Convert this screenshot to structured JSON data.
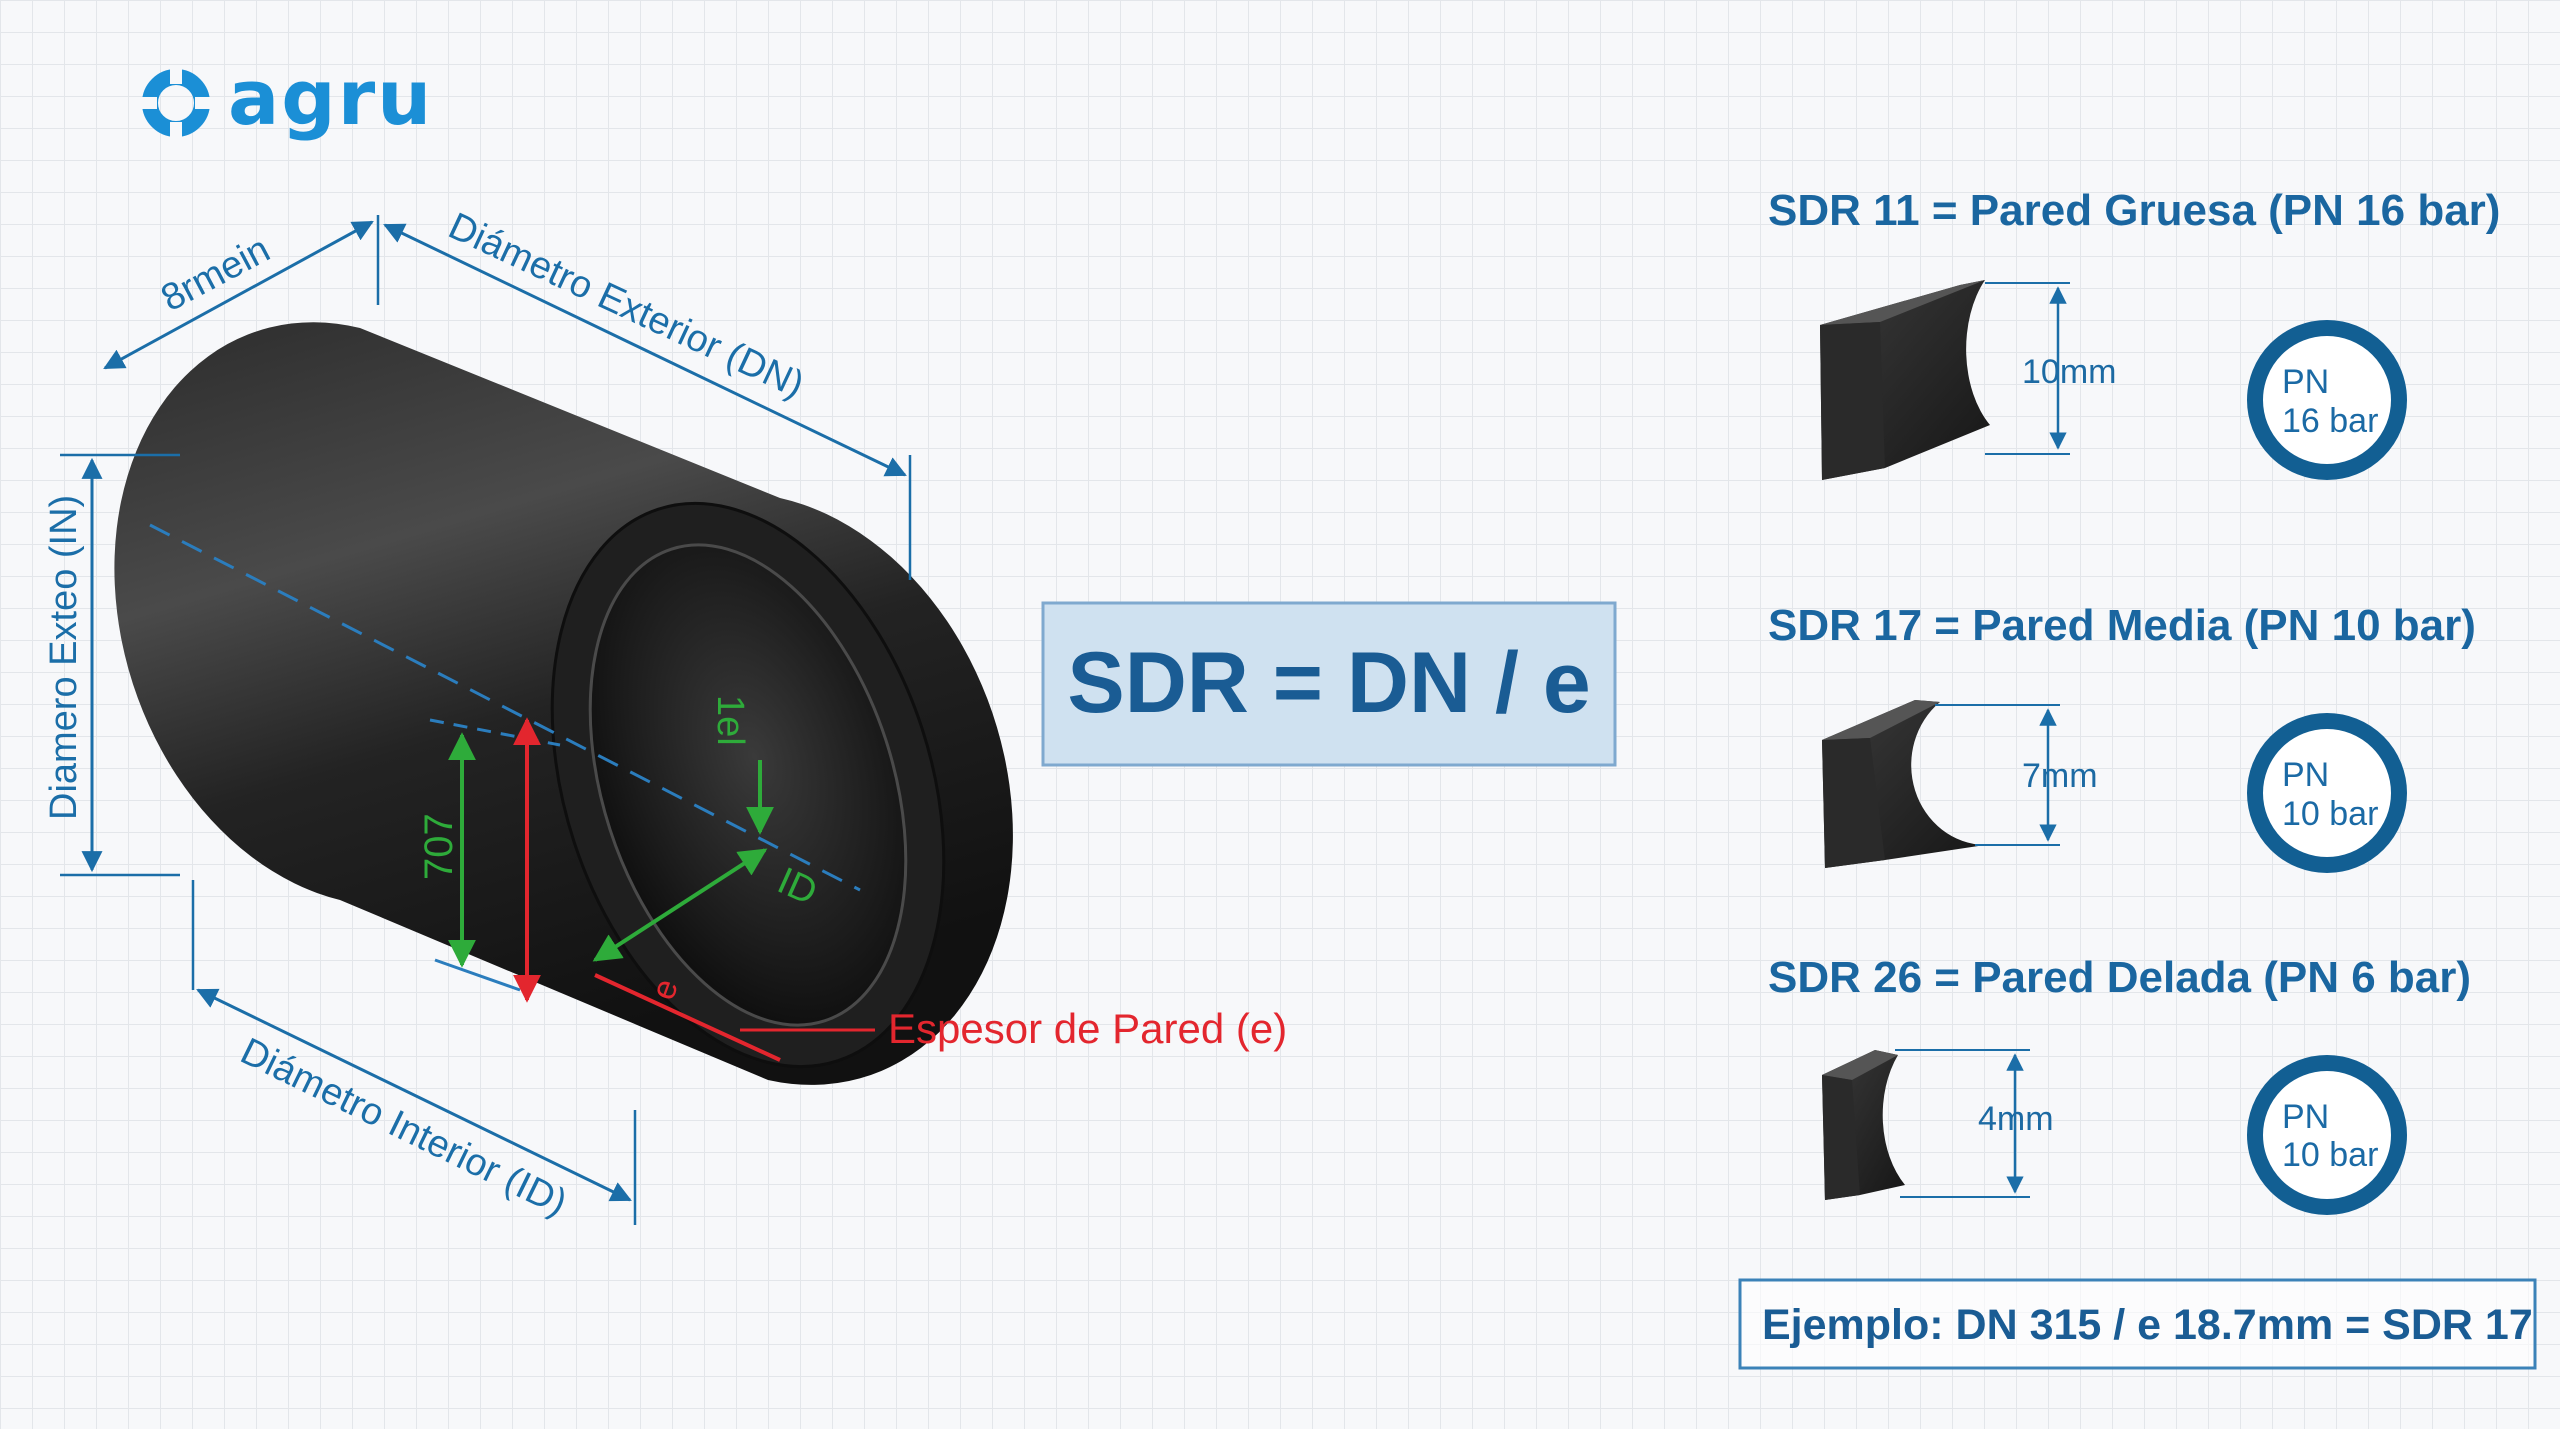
{
  "brand": {
    "name": "agru",
    "color": "#1b8fd6"
  },
  "colors": {
    "accent": "#1b6ea8",
    "red": "#e3262e",
    "green": "#2eab3a",
    "formula_bg": "#cfe1f0"
  },
  "pipe_labels": {
    "top_left": "8rmein",
    "outer_diameter_dn": "Diámetro Exterior (DN)",
    "left_side": "Diamero Exteo (IN)",
    "inner_diameter_id": "Diámetro Interior (ID)",
    "wall_thickness": "Espesor de Pared (e)",
    "green_vertical": "707",
    "green_top": "1el",
    "id_short": "ID",
    "e_short": "e"
  },
  "formula": "SDR = DN / e",
  "sdr_classes": [
    {
      "heading": "SDR 11 = Pared Gruesa (PN 16 bar)",
      "thickness": "10mm",
      "pn_top": "PN",
      "pn_bottom": "16 bar"
    },
    {
      "heading": "SDR 17 = Pared Media (PN 10 bar)",
      "thickness": "7mm",
      "pn_top": "PN",
      "pn_bottom": "10 bar"
    },
    {
      "heading": "SDR 26 = Pared Delada (PN 6 bar)",
      "thickness": "4mm",
      "pn_top": "PN",
      "pn_bottom": "10 bar"
    }
  ],
  "example": "Ejemplo: DN 315 / e 18.7mm = SDR 17"
}
